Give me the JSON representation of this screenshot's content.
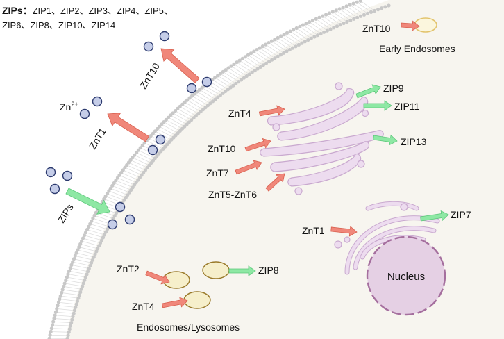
{
  "legend": {
    "title": "ZIPs",
    "separator": "：",
    "line1": "ZIP1、ZIP2、ZIP3、ZIP4、ZIP5、",
    "line2": "ZIP6、ZIP8、ZIP10、ZIP14"
  },
  "zinc_ion": {
    "base": "Zn",
    "charge": "2+"
  },
  "membrane_transporters": {
    "znt10": "ZnT10",
    "znt1": "ZnT1",
    "zips": "ZIPs"
  },
  "early_endosomes": {
    "transporter": "ZnT10",
    "label": "Early Endosomes"
  },
  "golgi": {
    "left_labels": [
      "ZnT4",
      "ZnT10",
      "ZnT7",
      "ZnT5-ZnT6"
    ],
    "right_labels": [
      "ZIP9",
      "ZIP11",
      "ZIP13"
    ]
  },
  "er": {
    "left_label": "ZnT1",
    "right_label": "ZIP7"
  },
  "nucleus": {
    "label": "Nucleus"
  },
  "endosomes_lysosomes": {
    "transporters": [
      "ZnT2",
      "ZnT4"
    ],
    "exporter": "ZIP8",
    "label": "Endosomes/Lysosomes"
  },
  "colors": {
    "efflux_arrow": "#f0877a",
    "influx_arrow": "#8ee8a4",
    "zinc_ion_fill": "#c5cde8",
    "zinc_ion_stroke": "#2c3a6e",
    "membrane_bead": "#c8c8c8",
    "cell_interior": "#f7f5ef",
    "organelle": "#eddcef",
    "organelle_stroke": "#c9a9cf",
    "vesicle_fill": "#f6efcb",
    "vesicle_stroke": "#9a7a2a",
    "nucleus_fill": "#e5d0e4",
    "nucleus_stroke": "#a56f9e"
  },
  "icons": [
    "zinc-ion-icon",
    "efflux-arrow-icon",
    "influx-arrow-icon",
    "vesicle-icon"
  ]
}
